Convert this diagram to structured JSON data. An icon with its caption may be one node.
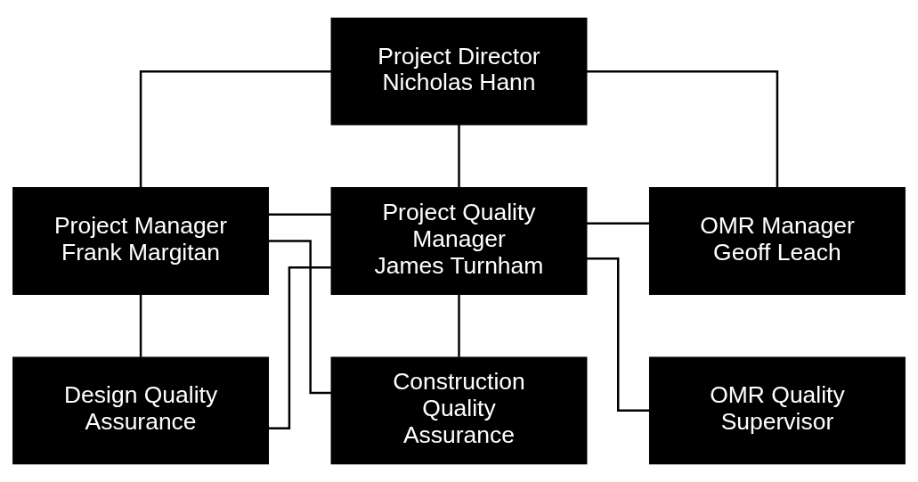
{
  "diagram": {
    "nodes": [
      {
        "text": [
          "Project Director",
          "Nicholas Hann"
        ]
      },
      {
        "text": [
          "Project Manager",
          "Frank Margitan"
        ]
      },
      {
        "text": [
          "Project Quality Manager",
          "James Turnham"
        ]
      },
      {
        "text": [
          "OMR Manager",
          "Geoff Leach"
        ]
      },
      {
        "text": [
          "Construction Quality Assurance"
        ]
      },
      {
        "text": [
          "Design Quality Assurance"
        ]
      },
      {
        "text": [
          "OMR Quality Supervisor"
        ]
      }
    ],
    "edges": [
      {
        "from": 0,
        "to": 1,
        "arrow": "none"
      },
      {
        "from": 0,
        "to": 2,
        "arrow": "none"
      },
      {
        "from": 0,
        "to": 3,
        "arrow": "none"
      },
      {
        "from": 1,
        "to": 2,
        "arrow": "none"
      },
      {
        "from": 2,
        "to": 3,
        "arrow": "none"
      },
      {
        "from": 1,
        "to": 4,
        "arrow": "none"
      },
      {
        "from": 1,
        "to": 5,
        "arrow": "none"
      },
      {
        "from": 2,
        "to": 4,
        "arrow": "none"
      },
      {
        "from": 2,
        "to": 5,
        "arrow": "none"
      },
      {
        "from": 2,
        "to": 6,
        "arrow": "none"
      }
    ]
  }
}
